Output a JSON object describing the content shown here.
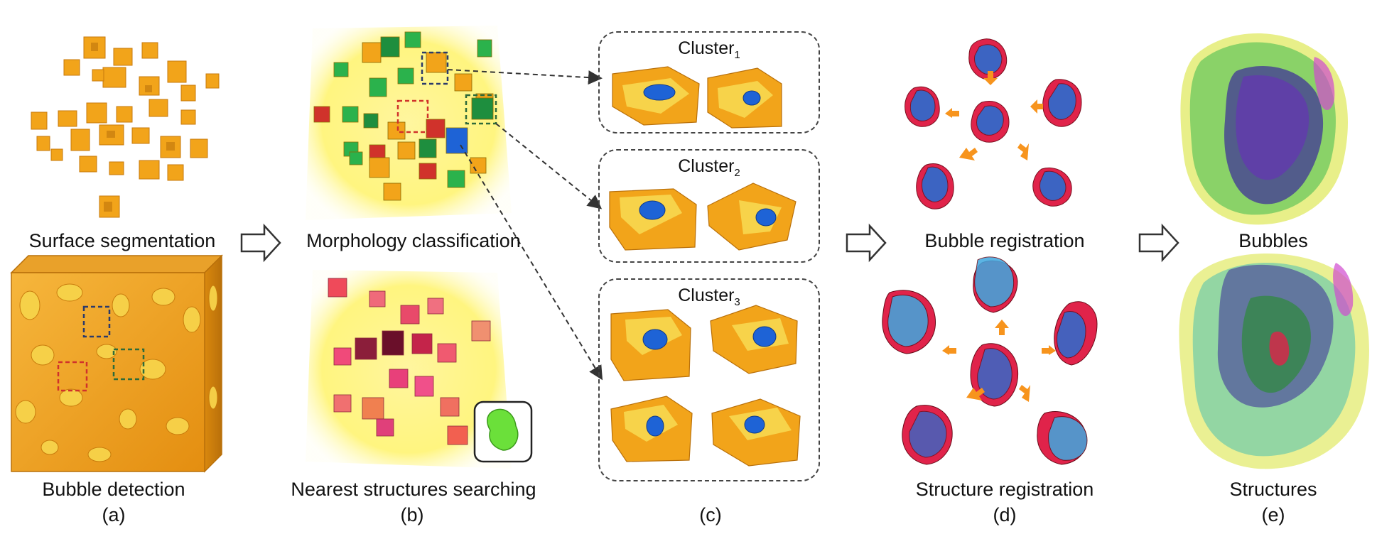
{
  "panels": {
    "a": {
      "letter": "(a)",
      "top_label": "Surface segmentation",
      "bottom_label": "Bubble detection"
    },
    "b": {
      "letter": "(b)",
      "top_label": "Morphology classification",
      "bottom_label": "Nearest structures searching"
    },
    "c": {
      "letter": "(c)",
      "clusters": [
        {
          "name": "Cluster",
          "index": "1"
        },
        {
          "name": "Cluster",
          "index": "2"
        },
        {
          "name": "Cluster",
          "index": "3"
        }
      ]
    },
    "d": {
      "letter": "(d)",
      "top_label": "Bubble registration",
      "bottom_label": "Structure registration"
    },
    "e": {
      "letter": "(e)",
      "top_label": "Bubbles",
      "bottom_label": "Structures"
    }
  },
  "colors": {
    "orange": "#F2A41A",
    "dark_orange": "#C77A0C",
    "blue": "#1E63D6",
    "red": "#E0234A",
    "yellow_glow": "#FFF36A",
    "green": "#2BB24C",
    "arrow_orange": "#F7941D"
  }
}
